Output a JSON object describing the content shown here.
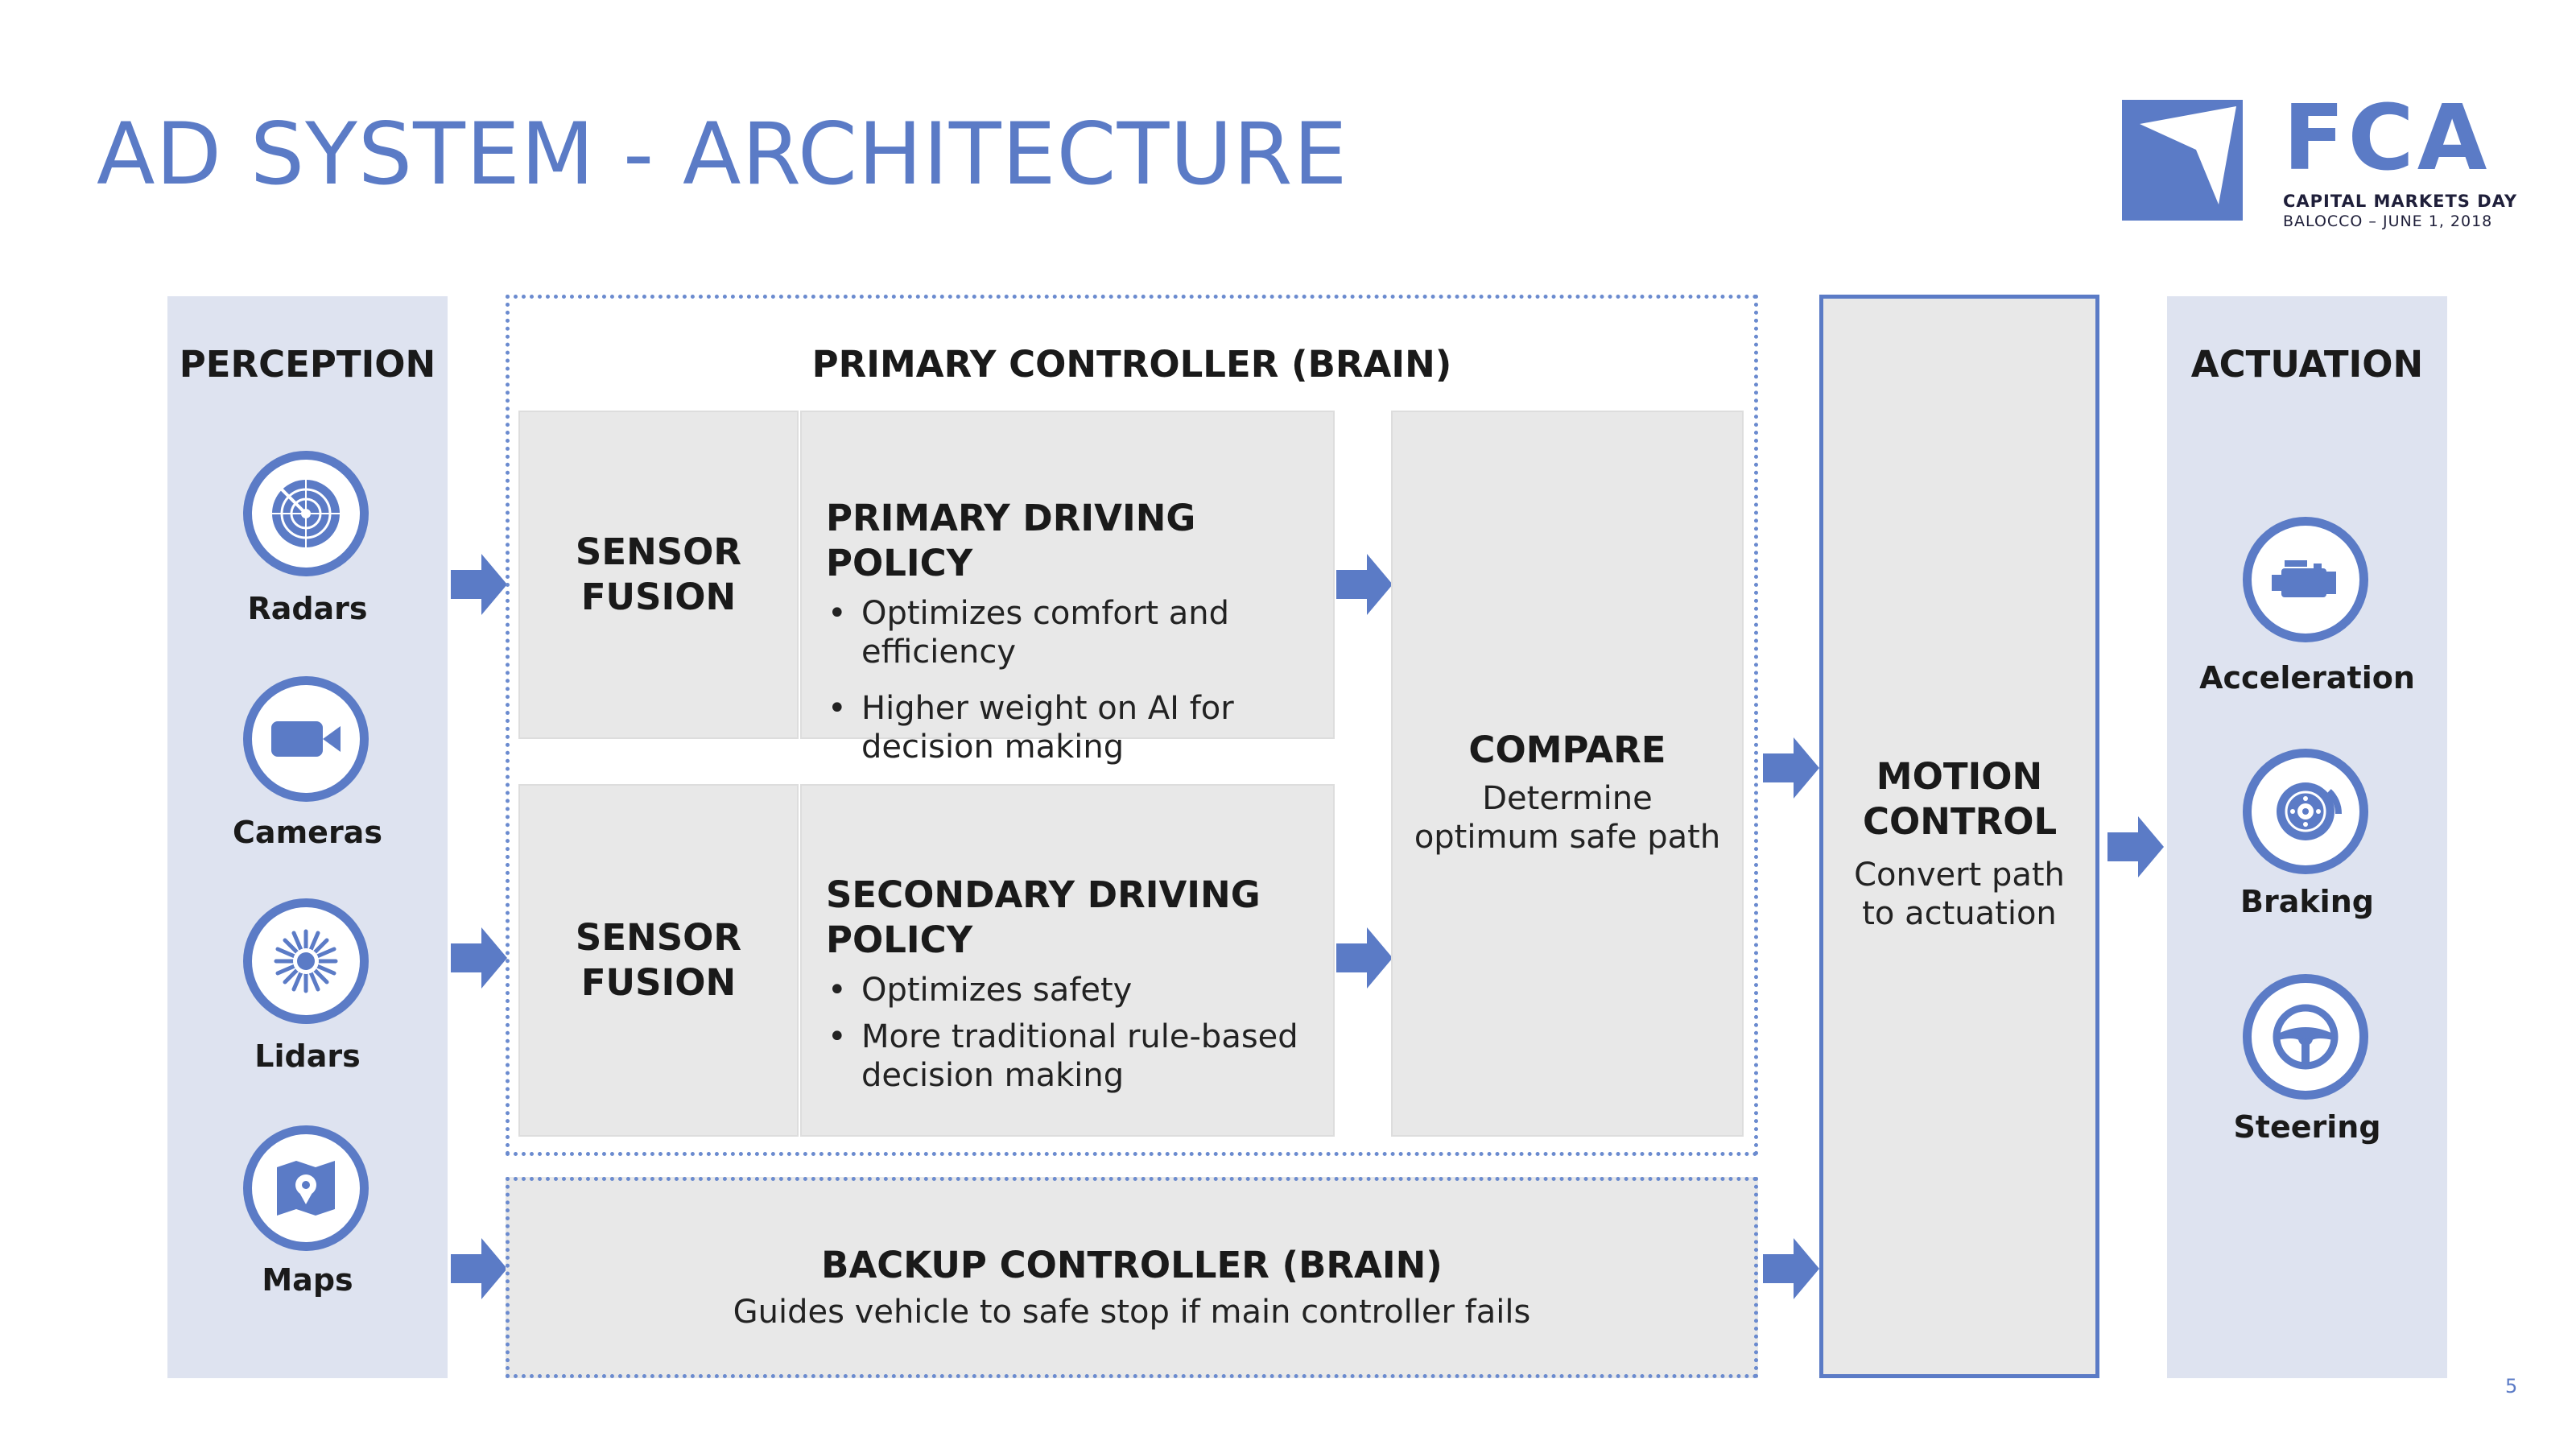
{
  "title": "AD SYSTEM - ARCHITECTURE",
  "logo": {
    "brand": "FCA",
    "line1": "CAPITAL MARKETS DAY",
    "line2": "BALOCCO – JUNE 1, 2018"
  },
  "perception": {
    "heading": "PERCEPTION",
    "items": [
      {
        "label": "Radars",
        "icon": "radar-icon"
      },
      {
        "label": "Cameras",
        "icon": "camera-icon"
      },
      {
        "label": "Lidars",
        "icon": "lidar-icon"
      },
      {
        "label": "Maps",
        "icon": "map-icon"
      }
    ]
  },
  "primary_controller": {
    "heading": "PRIMARY CONTROLLER (BRAIN)",
    "sensor_fusion_1": "SENSOR FUSION",
    "sensor_fusion_2": "SENSOR FUSION",
    "primary_policy": {
      "title": "PRIMARY DRIVING POLICY",
      "bullets": [
        "Optimizes comfort and efficiency",
        "Higher weight on AI for decision making"
      ]
    },
    "secondary_policy": {
      "title": "SECONDARY DRIVING POLICY",
      "bullets": [
        "Optimizes safety",
        "More traditional rule-based decision making"
      ]
    },
    "compare": {
      "title": "COMPARE",
      "desc": "Determine optimum safe path"
    }
  },
  "backup_controller": {
    "heading": "BACKUP CONTROLLER (BRAIN)",
    "desc": "Guides vehicle to safe stop if main controller fails"
  },
  "motion_control": {
    "title": "MOTION CONTROL",
    "desc": "Convert path to actuation"
  },
  "actuation": {
    "heading": "ACTUATION",
    "items": [
      {
        "label": "Acceleration",
        "icon": "engine-icon"
      },
      {
        "label": "Braking",
        "icon": "brake-disc-icon"
      },
      {
        "label": "Steering",
        "icon": "steering-wheel-icon"
      }
    ]
  },
  "page_number": "5",
  "colors": {
    "accent": "#5b7bc6",
    "panel": "#dee3f0",
    "box": "#e8e8e8"
  }
}
